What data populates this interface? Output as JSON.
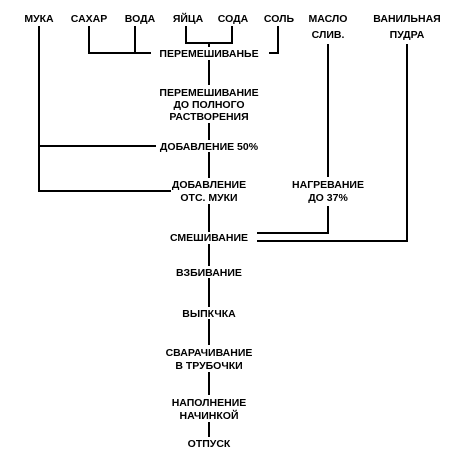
{
  "ingredients": {
    "flour": "МУКА",
    "sugar": "САХАР",
    "water": "ВОДА",
    "eggs": "ЯЙЦА",
    "soda": "СОДА",
    "salt": "СОЛЬ",
    "butter_line1": "МАСЛО",
    "butter_line2": "СЛИВ.",
    "vanilla_line1": "ВАНИЛЬНАЯ",
    "vanilla_line2": "ПУДРА"
  },
  "steps": {
    "mixing1": "ПЕРЕМЕШИВАНЬЕ",
    "mixing2_line1": "ПЕРЕМЕШИВАНИЕ",
    "mixing2_line2": "ДО ПОЛНОГО",
    "mixing2_line3": "РАСТВОРЕНИЯ",
    "add50": "ДОБАВЛЕНИЕ 50%",
    "add_rest_line1": "ДОБАВЛЕНИЕ",
    "add_rest_line2": "ОТС. МУКИ",
    "heating_line1": "НАГРЕВАНИЕ",
    "heating_line2": "ДО 37%",
    "blending": "СМЕШИВАНИЕ",
    "whipping": "ВЗБИВАНИЕ",
    "baking": "ВЫПКЧКА",
    "rolling_line1": "СВАРАЧИВАНИЕ",
    "rolling_line2": "В ТРУБОЧКИ",
    "filling_line1": "НАПОЛНЕНИЕ",
    "filling_line2": "НАЧИНКОЙ",
    "output": "ОТПУСК"
  }
}
